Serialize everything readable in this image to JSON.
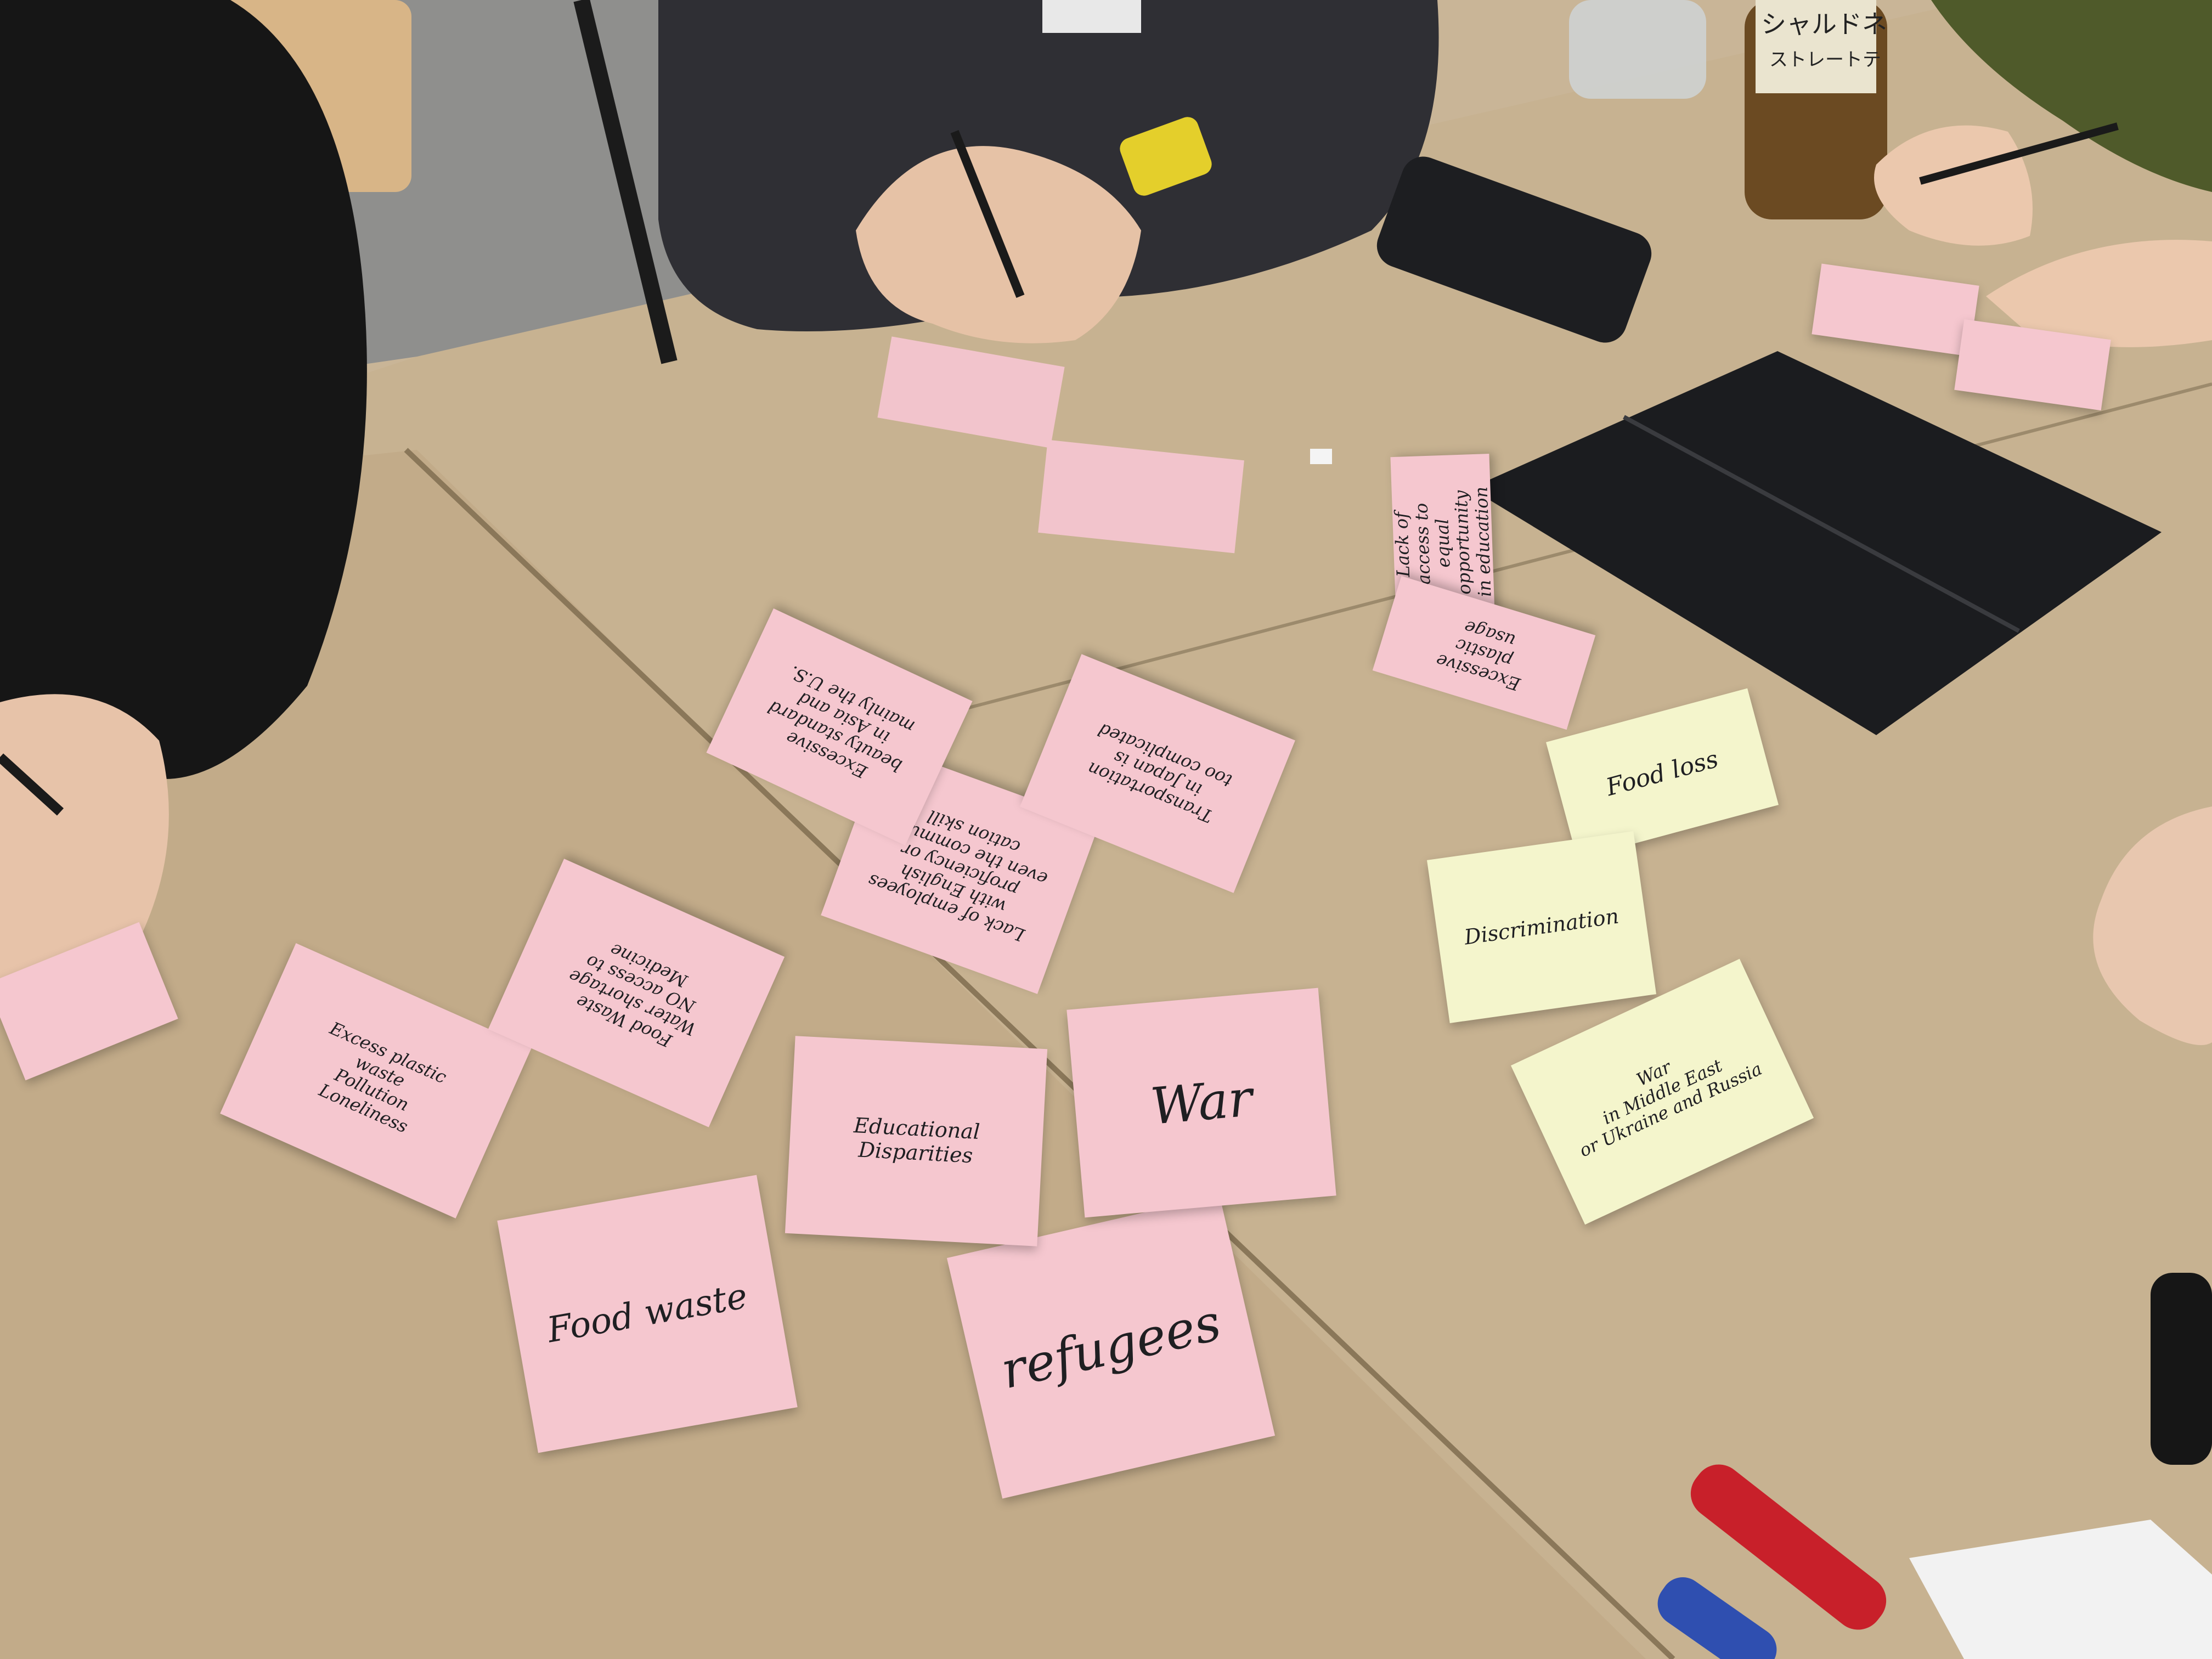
{
  "scene": {
    "description_colors": {
      "table": "#c9b597",
      "pink_note": "#f5c7cf",
      "yellow_note": "#f4f5cc",
      "tablet": "#1b1c1f",
      "sweater": "#161616",
      "cardigan": "#2c2c30",
      "green_sleeve": "#4f5a2a"
    }
  },
  "bottle_label": {
    "line1": "シャルドネ",
    "line2": "ストレートテ"
  },
  "notes": [
    {
      "id": "food-waste",
      "text": "Food waste",
      "color": "pink"
    },
    {
      "id": "refugees",
      "text": "refugees",
      "color": "pink"
    },
    {
      "id": "war",
      "text": "War",
      "color": "pink"
    },
    {
      "id": "educational-disparities",
      "text": "Educational\nDisparities",
      "color": "pink"
    },
    {
      "id": "excess-plastic",
      "text": "Excess plastic\nwaste\nPollution\nLoneliness",
      "color": "pink"
    },
    {
      "id": "food-waste-list",
      "text": "Food Waste\nWater shortage\nNO access to\nMedicine",
      "color": "pink"
    },
    {
      "id": "lack-of-employees",
      "text": "Lack of employees\nwith English\nproficiency or\neven the communi-\ncation skill",
      "color": "pink"
    },
    {
      "id": "transportation",
      "text": "Transportation\nin Japan is\ntoo complicated",
      "color": "pink"
    },
    {
      "id": "excessive-beauty",
      "text": "Excessive\nbeauty standard\nin Asia and\nmainly the U.S.",
      "color": "pink"
    },
    {
      "id": "lack-of-access",
      "text": "Lack of\naccess to\nequal\nopportunity\nin education",
      "color": "pink"
    },
    {
      "id": "excessive-plastic",
      "text": "Excessive\nplastic\nusage",
      "color": "pink"
    },
    {
      "id": "food-loss",
      "text": "Food loss",
      "color": "yellow"
    },
    {
      "id": "discrimination",
      "text": "Discrimination",
      "color": "yellow"
    },
    {
      "id": "war-middle-east",
      "text": "War\nin Middle East\nor Ukraine and Russia",
      "color": "yellow"
    }
  ]
}
